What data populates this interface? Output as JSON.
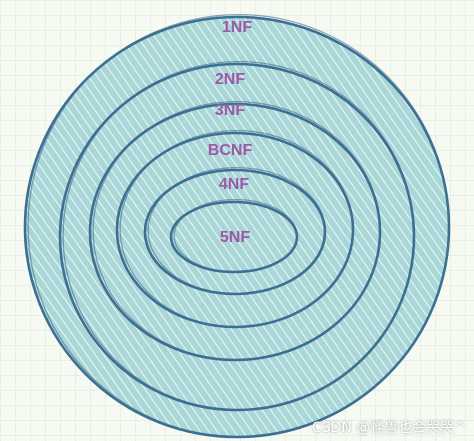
{
  "diagram": {
    "rings": [
      {
        "label": "1NF"
      },
      {
        "label": "2NF"
      },
      {
        "label": "3NF"
      },
      {
        "label": "BCNF"
      },
      {
        "label": "4NF"
      },
      {
        "label": "5NF"
      }
    ]
  },
  "colors": {
    "fill": "#a9d6d6",
    "stroke": "#3d6f93",
    "label": "#9b5aa8",
    "hatch": "#ffffff",
    "grid": "#d6e8d6"
  },
  "watermark": {
    "text": "CSDN @怪兽也会哭哭^"
  }
}
